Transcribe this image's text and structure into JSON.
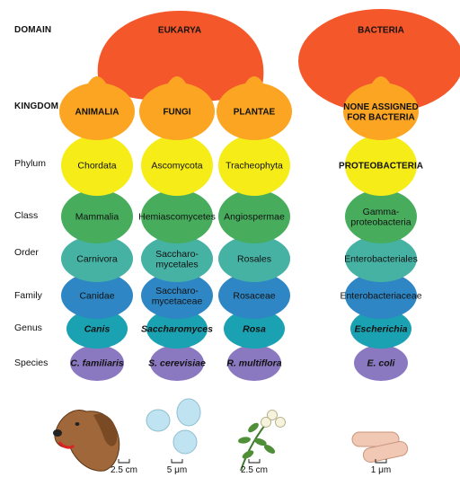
{
  "rank_labels": {
    "domain": "DOMAIN",
    "kingdom": "KINGDOM",
    "phylum": "Phylum",
    "class": "Class",
    "order": "Order",
    "family": "Family",
    "genus": "Genus",
    "species": "Species"
  },
  "domains": [
    {
      "name": "EUKARYA"
    },
    {
      "name": "BACTERIA"
    }
  ],
  "columns": [
    {
      "kingdom": "ANIMALIA",
      "phylum": "Chordata",
      "class": "Mammalia",
      "order": "Carnivora",
      "family": "Canidae",
      "genus": "Canis",
      "species": "C. familiaris",
      "scale": "2.5 cm",
      "organism_icon": "dog-head-icon"
    },
    {
      "kingdom": "FUNGI",
      "phylum": "Ascomycota",
      "class": "Hemiascomycetes",
      "order": "Saccharo-\nmycetales",
      "family": "Saccharo-\nmycetaceae",
      "genus": "Saccharomyces",
      "species": "S. cerevisiae",
      "scale": "5 μm",
      "organism_icon": "yeast-cells-icon"
    },
    {
      "kingdom": "PLANTAE",
      "phylum": "Tracheophyta",
      "class": "Angiospermae",
      "order": "Rosales",
      "family": "Rosaceae",
      "genus": "Rosa",
      "species": "R. multiflora",
      "scale": "2.5 cm",
      "organism_icon": "rose-branch-icon"
    },
    {
      "kingdom": "NONE ASSIGNED\nFOR BACTERIA",
      "phylum": "PROTEOBACTERIA",
      "class": "Gamma-\nproteobacteria",
      "order": "Enterobacteriales",
      "family": "Enterobacteriaceae",
      "genus": "Escherichia",
      "species": "E. coli",
      "scale": "1 μm",
      "organism_icon": "rod-bacteria-icon"
    }
  ],
  "colors": {
    "domain": "#f4572a",
    "kingdom": "#fba523",
    "phylum": "#f6ec17",
    "class": "#47ad5d",
    "order": "#45b2a4",
    "family": "#2e86c4",
    "genus": "#1aa2b2",
    "species": "#8a78c0"
  }
}
